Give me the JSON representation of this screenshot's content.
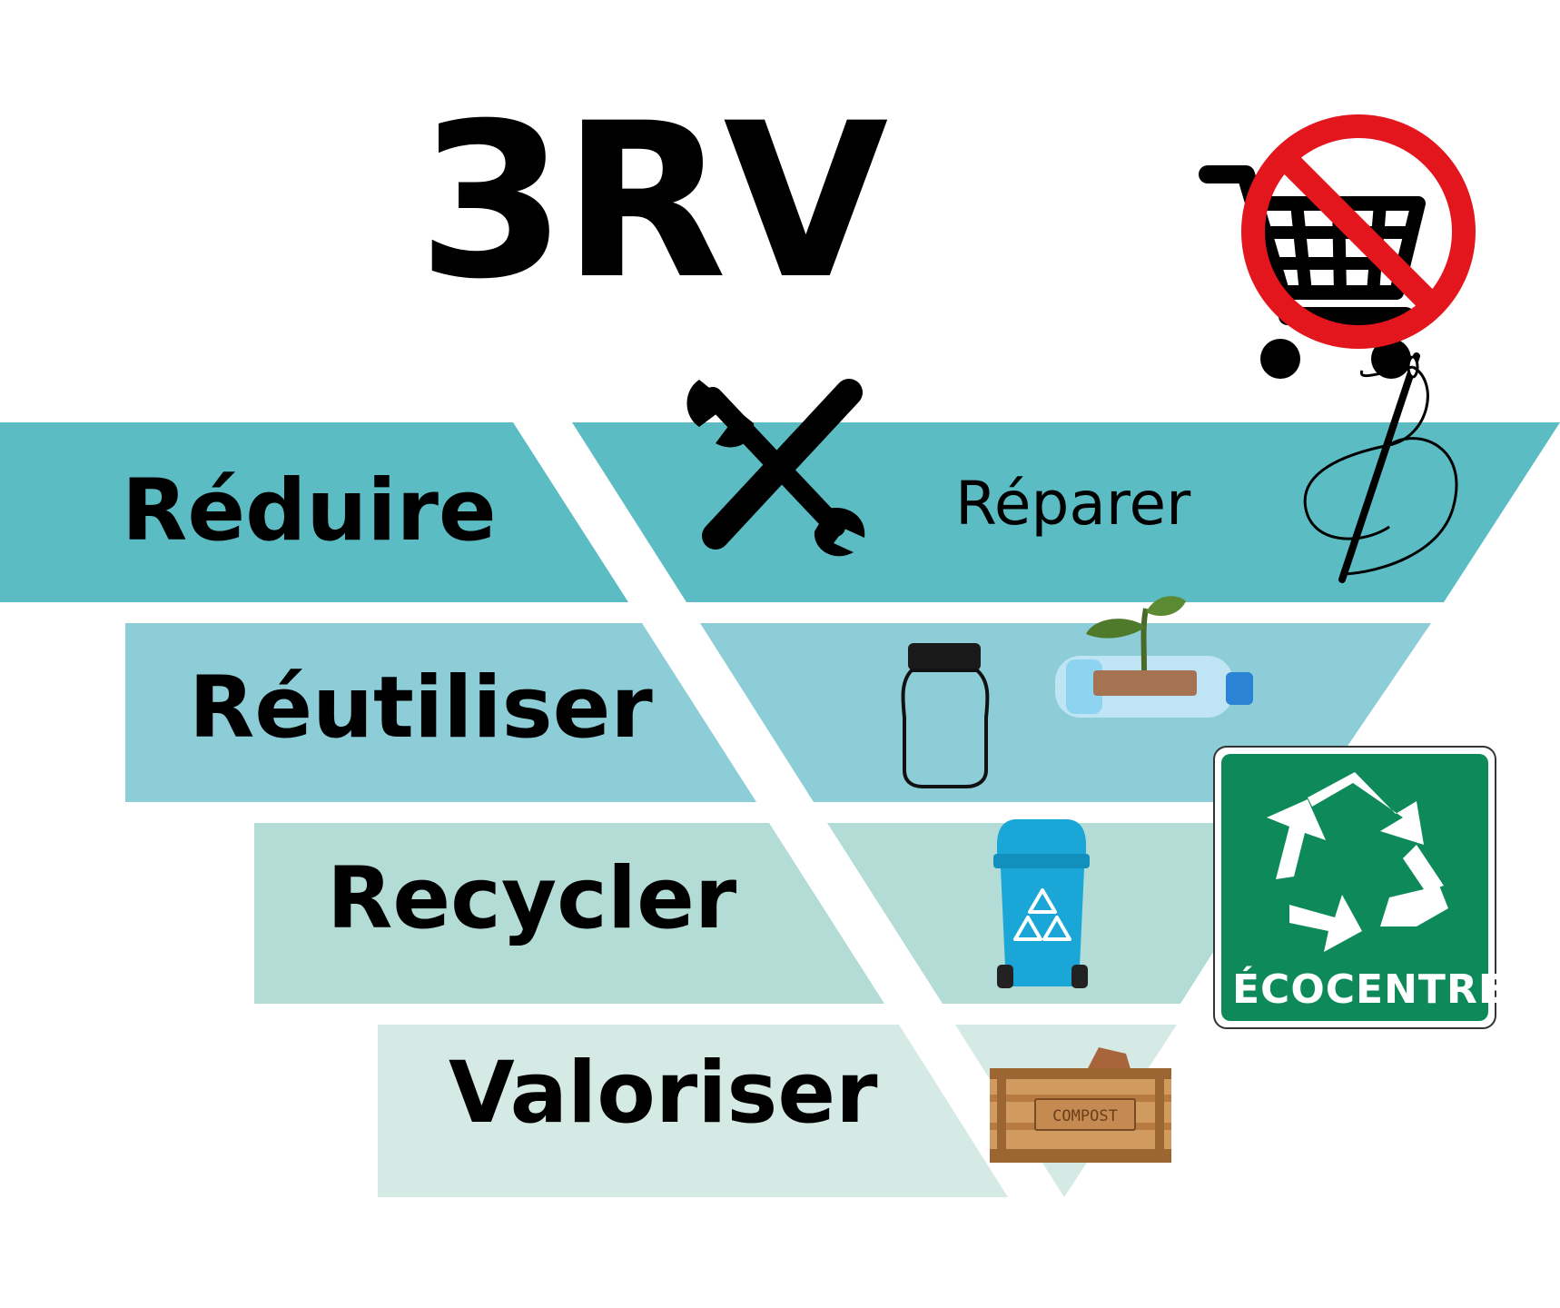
{
  "title": "3RV",
  "tiers": [
    {
      "label": "Réduire",
      "side_label": "Réparer"
    },
    {
      "label": "Réutiliser"
    },
    {
      "label": "Recycler"
    },
    {
      "label": "Valoriser"
    }
  ],
  "compost_label": "COMPOST",
  "ecocentre_sign": "ÉCOCENTRE",
  "colors": {
    "tier1": "#5bbcc3",
    "tier2": "#8ccdd7",
    "tier3": "#b3dcd6",
    "tier4": "#d5eae4",
    "sign_green": "#0e8a5a",
    "bin_blue": "#1aa6d6"
  },
  "icons": [
    "no-shopping-cart-icon",
    "wrench-screwdriver-icon",
    "needle-thread-icon",
    "glass-jar-icon",
    "bottle-planter-icon",
    "recycling-bin-icon",
    "ecocentre-sign-icon",
    "compost-crate-icon"
  ]
}
